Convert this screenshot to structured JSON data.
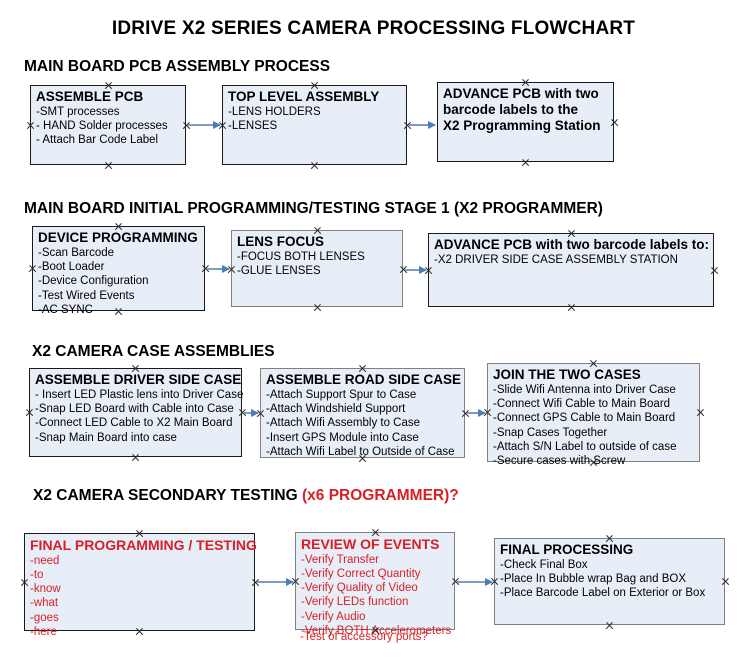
{
  "title": "IDRIVE X2  SERIES CAMERA PROCESSING FLOWCHART",
  "colors": {
    "box_fill": "#e8eef7",
    "box_border_dark": "#1a1a1a",
    "box_border_gray": "#808080",
    "arrow": "#4a7ebb",
    "accent_red": "#d81f26",
    "text": "#000000",
    "background": "#ffffff"
  },
  "sections": [
    {
      "heading": "MAIN BOARD PCB ASSEMBLY PROCESS",
      "heading_accent": "",
      "boxes": [
        {
          "title": "ASSEMBLE PCB",
          "lines": [
            "-SMT processes",
            "- HAND Solder processes",
            "- Attach Bar Code Label"
          ]
        },
        {
          "title": "TOP LEVEL ASSEMBLY",
          "lines": [
            "-LENS HOLDERS",
            "-LENSES"
          ]
        },
        {
          "title": "ADVANCE PCB with two",
          "lines": [
            "barcode labels to the",
            " X2 Programming Station"
          ]
        }
      ]
    },
    {
      "heading": "MAIN BOARD INITIAL PROGRAMMING/TESTING STAGE 1 (X2 PROGRAMMER)",
      "heading_accent": "",
      "boxes": [
        {
          "title": "DEVICE PROGRAMMING",
          "lines": [
            "-Scan Barcode",
            "-Boot Loader",
            "-Device Configuration",
            "-Test Wired Events",
            "-AC SYNC"
          ]
        },
        {
          "title": "LENS FOCUS",
          "lines": [
            "-FOCUS BOTH LENSES",
            "-GLUE LENSES"
          ]
        },
        {
          "title": "ADVANCE PCB with two barcode labels to:",
          "lines": [
            "-X2 DRIVER  SIDE  CASE  ASSEMBLY STATION"
          ]
        }
      ]
    },
    {
      "heading": "X2 CAMERA CASE ASSEMBLIES",
      "heading_accent": "",
      "boxes": [
        {
          "title": "ASSEMBLE DRIVER SIDE CASE",
          "lines": [
            "- Insert LED Plastic lens into Driver Case",
            "-Snap LED Board with Cable into Case",
            "-Connect LED Cable to X2 Main Board",
            "-Snap Main Board into case"
          ]
        },
        {
          "title": "ASSEMBLE ROAD SIDE CASE",
          "lines": [
            "-Attach Support Spur to Case",
            "-Attach Windshield Support",
            "-Attach Wifi Assembly to Case",
            "-Insert GPS Module into Case",
            "-Attach Wifi Label to Outside of Case"
          ]
        },
        {
          "title": "JOIN THE TWO CASES",
          "lines": [
            "-Slide Wifi Antenna into Driver Case",
            "-Connect Wifi Cable to Main Board",
            "-Connect GPS Cable to Main Board",
            "-Snap Cases Together",
            "-Attach S/N Label to outside of case",
            "-Secure cases with Screw"
          ]
        }
      ]
    },
    {
      "heading": "X2 CAMERA SECONDARY TESTING ",
      "heading_accent": "(x6 PROGRAMMER)?",
      "boxes": [
        {
          "title": "FINAL PROGRAMMING / TESTING",
          "lines": [
            "-need",
            "-to",
            "-know",
            "-what",
            "-goes",
            "-here"
          ]
        },
        {
          "title": "REVIEW OF EVENTS",
          "lines": [
            "-Verify Transfer",
            "-Verify Correct Quantity",
            "-Verify Quality of Video",
            "-Verify LEDs function",
            "-Verify Audio",
            "-Verify BOTH Accelerometers"
          ],
          "overflow_line": "-Test of accessory ports?"
        },
        {
          "title": "FINAL PROCESSING",
          "lines": [
            " -Check Final Box",
            "-Place In Bubble wrap Bag and BOX",
            "-Place Barcode Label on Exterior or Box"
          ]
        }
      ]
    }
  ]
}
